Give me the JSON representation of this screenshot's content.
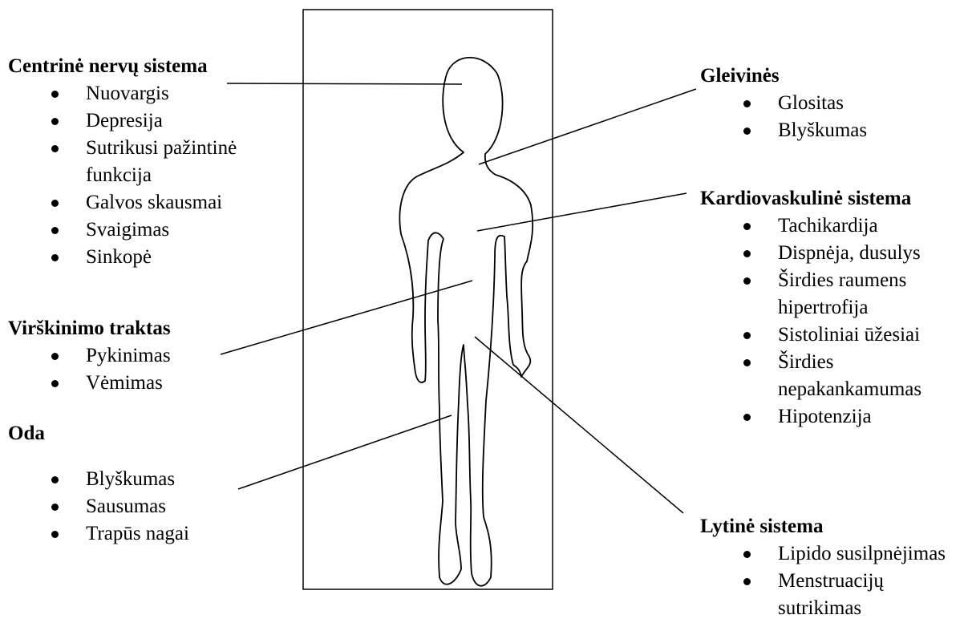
{
  "groups": {
    "cns": {
      "heading": "Centrinė nervų sistema",
      "items": [
        "Nuovargis",
        "Depresija",
        "Sutrikusi pažintinė funkcija",
        "Galvos skausmai",
        "Svaigimas",
        "Sinkopė"
      ]
    },
    "digestive": {
      "heading": "Virškinimo traktas",
      "items": [
        "Pykinimas",
        "Vėmimas"
      ]
    },
    "skin": {
      "heading": "Oda",
      "items": [
        "Blyškumas",
        "Sausumas",
        "Trapūs nagai"
      ]
    },
    "mucosa": {
      "heading": "Gleivinės",
      "items": [
        "Glositas",
        "Blyškumas"
      ]
    },
    "cardio": {
      "heading": "Kardiovaskulinė sistema",
      "items": [
        "Tachikardija",
        "Dispnėja, dusulys",
        "Širdies raumens hipertrofija",
        "Sistoliniai ūžesiai",
        "Širdies nepakankamumas",
        "Hipotenzija"
      ]
    },
    "reproductive": {
      "heading": "Lytinė sistema",
      "items": [
        "Lipido susilpnėjimas",
        "Menstruacijų sutrikimas"
      ]
    }
  }
}
